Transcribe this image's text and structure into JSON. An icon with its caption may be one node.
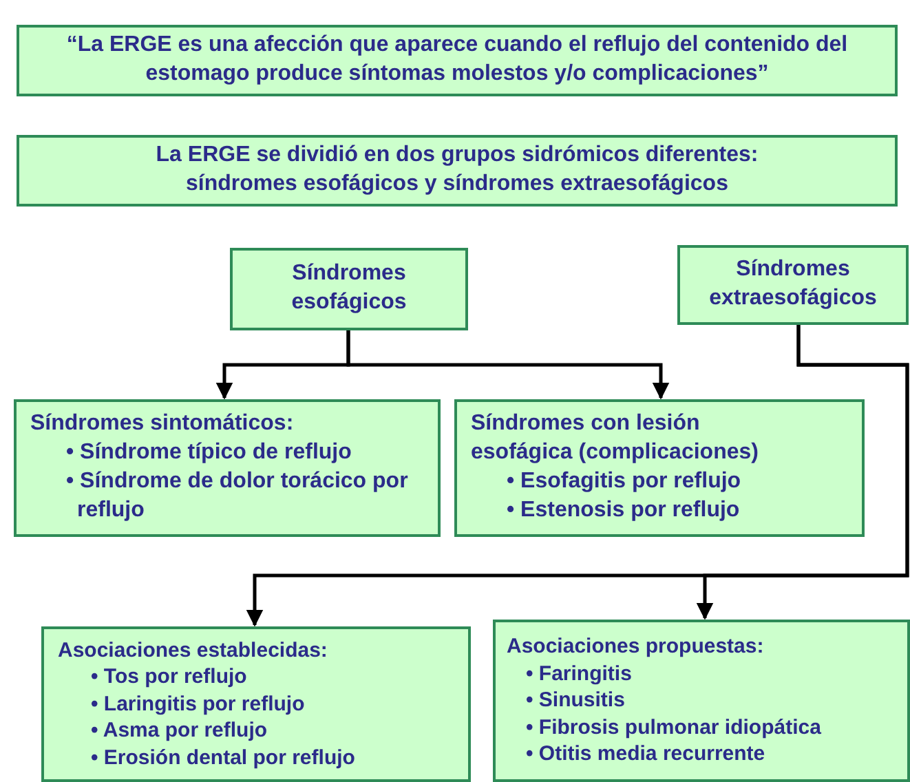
{
  "diagram": {
    "nodes": [
      {
        "text": [
          "“La ERGE es una afección que aparece cuando el reflujo del contenido del estomago produce síntomas molestos y/o complicaciones”"
        ]
      },
      {
        "text": [
          "La ERGE se dividió en dos grupos sidrómicos diferentes: síndromes esofágicos y síndromes extraesofágicos"
        ]
      },
      {
        "text": [
          "Síndromes esofágicos"
        ]
      },
      {
        "text": [
          "Síndromes extraesofágicos"
        ]
      },
      {
        "text": [
          "Síndromes sintomáticos:",
          "• Síndrome típico de reflujo",
          "• Síndrome de dolor torácico por reflujo"
        ]
      },
      {
        "text": [
          "Síndromes con lesión esofágica (complicaciones)",
          "• Esofagitis por reflujo",
          "• Estenosis por reflujo"
        ]
      },
      {
        "text": [
          "Asociaciones establecidas:",
          "• Tos por reflujo",
          "• Laringitis por reflujo",
          "• Asma por reflujo",
          "• Erosión dental por reflujo"
        ]
      },
      {
        "text": [
          "Asociaciones propuestas:",
          "• Faringitis",
          "• Sinusitis",
          "• Fibrosis pulmonar idiopática",
          "• Otitis media recurrente"
        ]
      }
    ],
    "edges": [
      {
        "from": 2,
        "to": 4,
        "arrow": "to"
      },
      {
        "from": 2,
        "to": 5,
        "arrow": "to"
      },
      {
        "from": 3,
        "to": 6,
        "arrow": "to"
      },
      {
        "from": 3,
        "to": 7,
        "arrow": "to"
      }
    ]
  }
}
